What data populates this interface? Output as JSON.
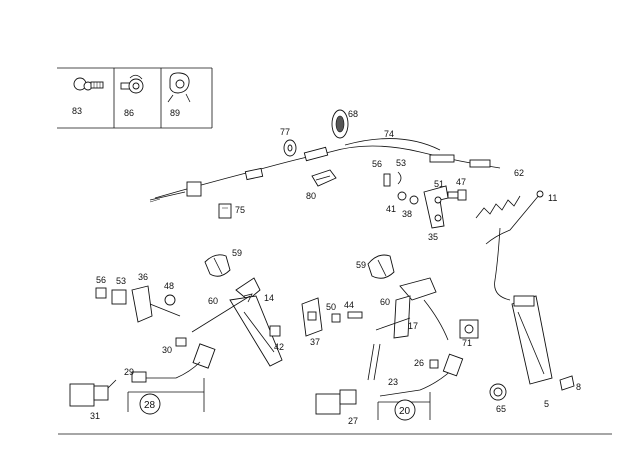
{
  "inset_labels": [
    "83",
    "86",
    "89"
  ],
  "labels": {
    "l68": "68",
    "l74": "74",
    "l77": "77",
    "l80": "80",
    "l75": "75",
    "l56a": "56",
    "l53a": "53",
    "l51": "51",
    "l47": "47",
    "l62": "62",
    "l11": "11",
    "l41": "41",
    "l38": "38",
    "l35": "35",
    "l59a": "59",
    "l56b": "56",
    "l53b": "53",
    "l36": "36",
    "l48": "48",
    "l60a": "60",
    "l14": "14",
    "l42": "42",
    "l30": "30",
    "l29": "29",
    "l31": "31",
    "l28": "28",
    "l59b": "59",
    "l50": "50",
    "l44": "44",
    "l60b": "60",
    "l17": "17",
    "l37": "37",
    "l26": "26",
    "l71": "71",
    "l23": "23",
    "l27": "27",
    "l20": "20",
    "l65": "65",
    "l8": "8",
    "l5": "5"
  },
  "colors": {
    "line": "#111111",
    "background": "#ffffff"
  }
}
